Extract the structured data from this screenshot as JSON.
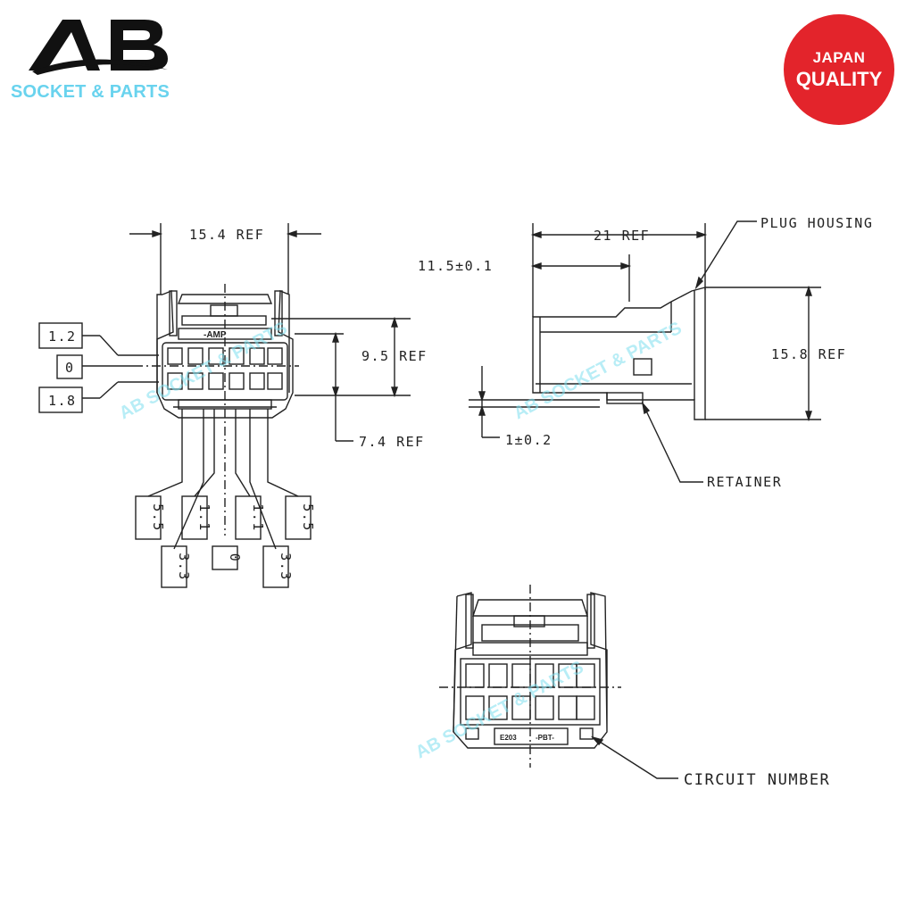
{
  "brand": {
    "logo_letters": "AB",
    "tagline": "SOCKET & PARTS"
  },
  "badge": {
    "line1": "JAPAN",
    "line2": "QUALITY"
  },
  "front_view": {
    "width_dim": "15.4 REF",
    "height_dim": "9.5 REF",
    "depth_dim": "7.4 REF",
    "housing_mark": "-AMP",
    "row_datums": [
      "1.2",
      "0",
      "1.8"
    ],
    "bottom_datums_top": [
      "5.5",
      "1.1",
      "1.1",
      "5.5"
    ],
    "bottom_datums_bottom": [
      "3.3",
      "0",
      "3.3"
    ]
  },
  "side_view": {
    "length_dim": "21 REF",
    "offset_dim": "11.5±0.1",
    "height_dim": "15.8 REF",
    "step_dim": "1±0.2",
    "plug_label": "PLUG HOUSING",
    "retainer_label": "RETAINER"
  },
  "rear_view": {
    "circuit_label": "CIRCUIT NUMBER",
    "marks": [
      "E203",
      "-PBT-"
    ]
  },
  "watermark": "AB SOCKET & PARTS",
  "colors": {
    "brand_cyan": "#69d3ee",
    "badge_red": "#e3242b",
    "line": "#222222"
  }
}
